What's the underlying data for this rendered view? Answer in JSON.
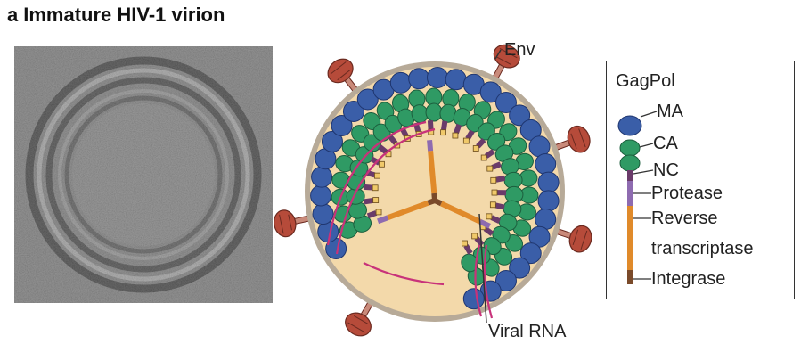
{
  "panel": {
    "letter": "a",
    "title": "Immature HIV-1 virion"
  },
  "diagram": {
    "env_label": "Env",
    "rna_label": "Viral RNA"
  },
  "legend": {
    "title": "GagPol",
    "items": [
      "MA",
      "CA",
      "NC",
      "Protease",
      "Reverse",
      "transcriptase",
      "Integrase"
    ]
  },
  "colors": {
    "MA": "#3a5ea8",
    "CA": "#2f9a64",
    "NC": "#6a3b6a",
    "protease": "#8e6bb0",
    "reverse_transcriptase": "#e08a2a",
    "integrase": "#7a4a2a",
    "env": "#b64b3a",
    "rna": "#c8327a",
    "interior": "#f3d9aa",
    "membrane": "#b7aa98"
  }
}
